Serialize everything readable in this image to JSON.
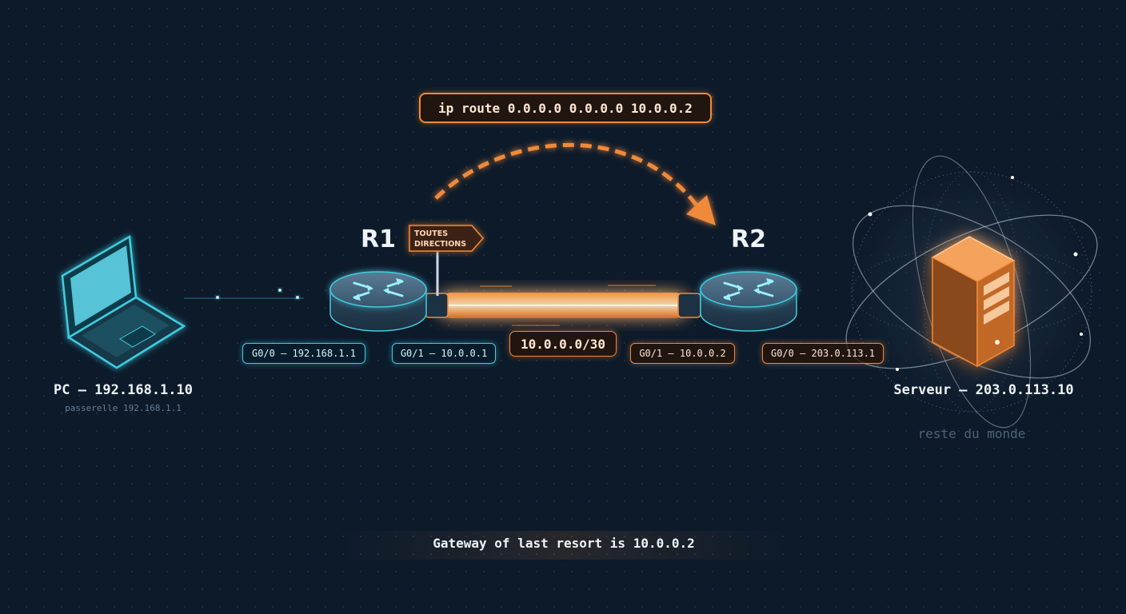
{
  "command": "ip route 0.0.0.0 0.0.0.0 10.0.0.2",
  "routers": {
    "r1": {
      "name": "R1"
    },
    "r2": {
      "name": "R2"
    }
  },
  "sign": {
    "line1": "TOUTES",
    "line2": "DIRECTIONS"
  },
  "interfaces": {
    "r1_g0": "G0/0 — 192.168.1.1",
    "r1_g1": "G0/1 — 10.0.0.1",
    "link": "10.0.0.0/30",
    "r2_g1": "G0/1 — 10.0.0.2",
    "r2_g0": "G0/0 — 203.0.113.1"
  },
  "pc": {
    "title": "PC — 192.168.1.10",
    "subtitle": "passerelle 192.168.1.1"
  },
  "server": {
    "title": "Serveur — 203.0.113.10",
    "subtitle": "reste du monde"
  },
  "footer": "Gateway of last resort is 10.0.0.2",
  "colors": {
    "background": "#0c1a2a",
    "cyan": "#3fcde0",
    "orange": "#f08a3a",
    "text": "#eef3f8"
  }
}
